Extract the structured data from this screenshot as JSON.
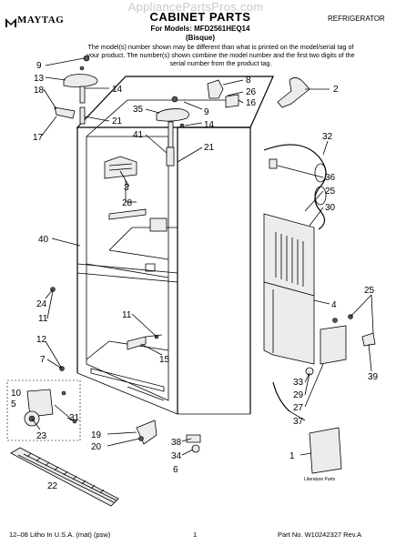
{
  "header": {
    "brand": "MAYTAG",
    "watermark": "AppliancePartsPros.com",
    "title": "CABINET PARTS",
    "models_line": "For Models: MFD2561HEQ14",
    "color": "(Bisque)",
    "appliance": "REFRIGERATOR",
    "notice": "The model(s) number shown may be different than what is printed on the model/serial tag of your product. The number(s) shown combine the model number and the first two digits of the serial number from the product tag."
  },
  "footer": {
    "left": "12–08 Litho In U.S.A. (mat) (psw)",
    "page": "1",
    "right": "Part No. W10242327 Rev.A"
  },
  "callouts": {
    "c9a": "9",
    "c13": "13",
    "c18": "18",
    "c14a": "14",
    "c21a": "21",
    "c17": "17",
    "c35": "35",
    "c9b": "9",
    "c14b": "14",
    "c41": "41",
    "c21b": "21",
    "c8": "8",
    "c26": "26",
    "c16": "16",
    "c2": "2",
    "c32": "32",
    "c36": "36",
    "c25a": "25",
    "c30": "30",
    "c3": "3",
    "c28": "28",
    "c40": "40",
    "c24": "24",
    "c11a": "11",
    "c11b": "11",
    "c15": "15",
    "c4": "4",
    "c25b": "25",
    "c12": "12",
    "c7": "7",
    "c10": "10",
    "c5": "5",
    "c31": "31",
    "c23": "23",
    "c39": "39",
    "c33": "33",
    "c29": "29",
    "c27": "27",
    "c37": "37",
    "c19": "19",
    "c20": "20",
    "c38": "38",
    "c34": "34",
    "c6": "6",
    "c1": "1",
    "c22": "22"
  },
  "literature_label": "Literature Parts"
}
